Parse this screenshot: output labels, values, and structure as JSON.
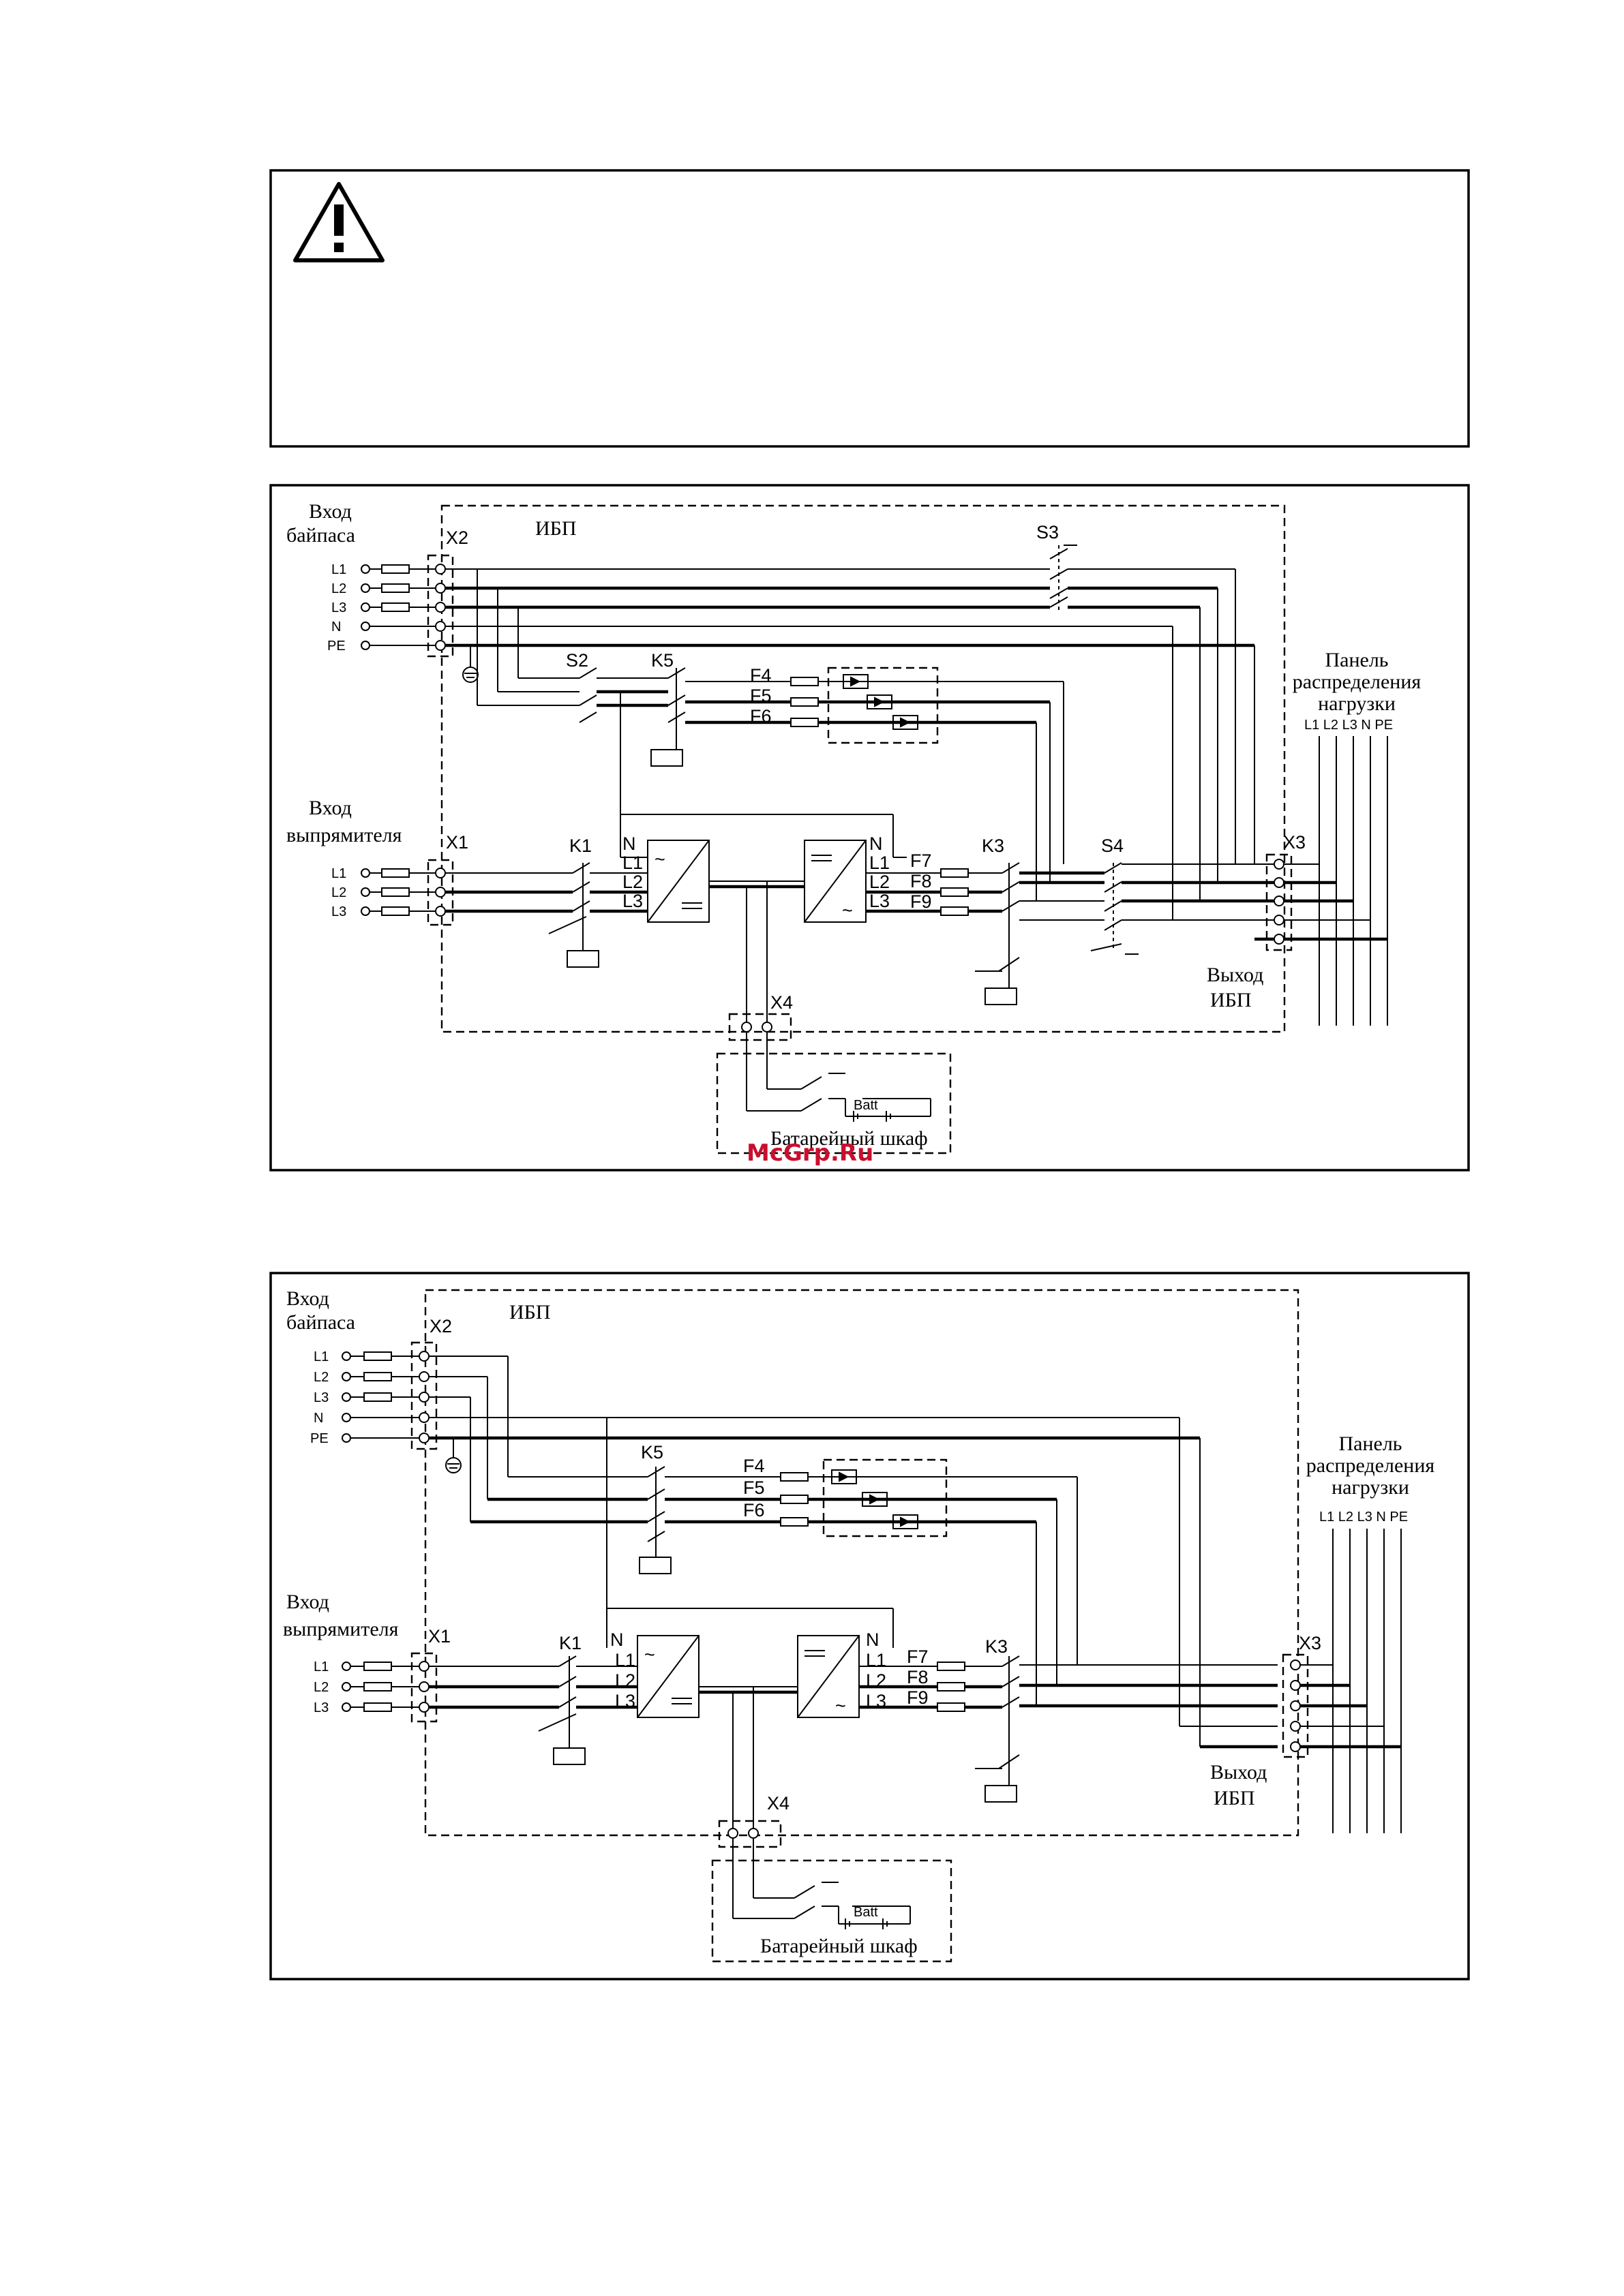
{
  "labels": {
    "bypass_in": [
      "Вход",
      "байпаса"
    ],
    "rect_in": [
      "Вход",
      "выпрямителя"
    ],
    "ups": "ИБП",
    "ups_out": [
      "Выход",
      "ИБП"
    ],
    "load_panel": [
      "Панель",
      "распределения",
      "нагрузки"
    ],
    "load_panel_cols": "L1 L2 L3 N PE",
    "battery_cabinet": "Батарейный шкаф",
    "batt": "Batt",
    "phases": [
      "L1",
      "L2",
      "L3",
      "N",
      "PE"
    ],
    "rect_phases": [
      "L1",
      "L2",
      "L3"
    ],
    "conv_phases": [
      "N",
      "L1",
      "L2",
      "L3"
    ],
    "x1": "X1",
    "x2": "X2",
    "x3": "X3",
    "x4": "X4",
    "k1": "K1",
    "k3": "K3",
    "k5": "K5",
    "s2": "S2",
    "s3": "S3",
    "s4": "S4",
    "f4": "F4",
    "f5": "F5",
    "f6": "F6",
    "f7": "F7",
    "f8": "F8",
    "f9": "F9"
  },
  "watermark": "McGrp.Ru"
}
